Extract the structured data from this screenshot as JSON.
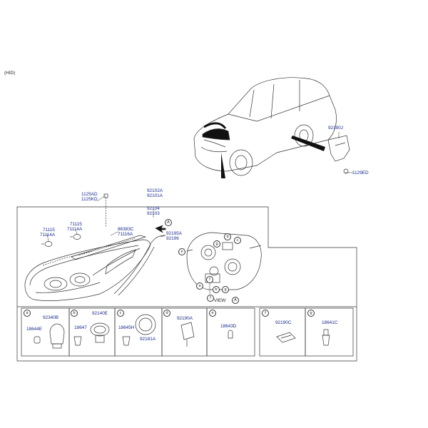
{
  "variant": "(HID)",
  "callouts": {
    "c1125ad": "1125AD",
    "c1125kd": "1125KD",
    "c92102a": "92102A",
    "c92101a": "92101A",
    "c92104": "92104",
    "c92103": "92103",
    "c71115a": "71115",
    "c71114a_a": "71114A",
    "c71115b": "71115",
    "c71114a_b": "71114A",
    "c86383c": "86383C",
    "c71116a": "71116A",
    "c92195a": "92195A",
    "c92196": "92196",
    "c92190j": "92190J",
    "c1129ed": "1129ED"
  },
  "view_label": "VIEW",
  "view_ref": "A",
  "markers": {
    "a": "a",
    "b": "b",
    "c": "c",
    "d": "d",
    "e": "e",
    "f": "f",
    "g": "g"
  },
  "panels": [
    {
      "letter": "a",
      "labels": [
        "92340B",
        "18644E"
      ]
    },
    {
      "letter": "b",
      "labels": [
        "92140E",
        "18647"
      ]
    },
    {
      "letter": "c",
      "labels": [
        "18645H",
        "92181A"
      ]
    },
    {
      "letter": "d",
      "labels": [
        "92190A"
      ]
    },
    {
      "letter": "e",
      "labels": [
        "18643D"
      ]
    },
    {
      "letter": "f",
      "labels": [
        "92190C"
      ]
    },
    {
      "letter": "g",
      "labels": [
        "18641C"
      ]
    }
  ]
}
